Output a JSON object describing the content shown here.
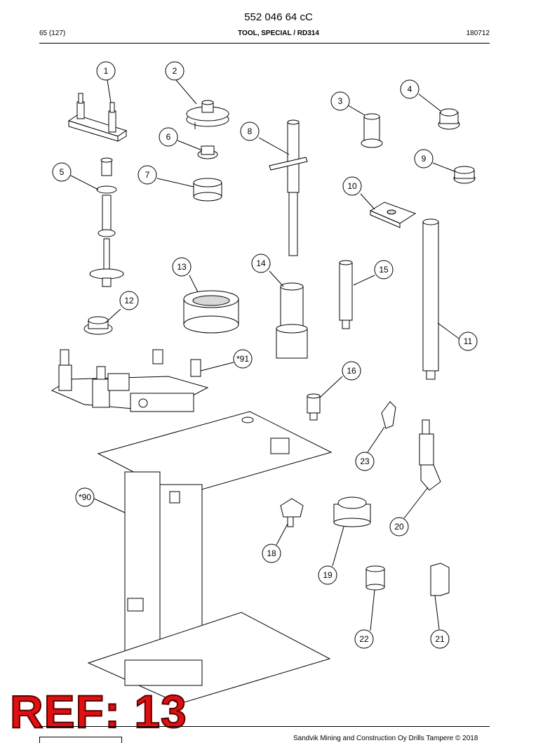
{
  "header": {
    "doc_number": "552 046 64 cC",
    "page": "65 (127)",
    "title": "TOOL, SPECIAL / RD314",
    "date_code": "180712"
  },
  "footer": {
    "copyright": "Sandvik Mining and Construction Oy Drills Tampere © 2018"
  },
  "stamp": {
    "text": "REF: 13",
    "color": "#e01010"
  },
  "callouts": [
    "1",
    "2",
    "3",
    "4",
    "5",
    "6",
    "7",
    "8",
    "9",
    "10",
    "11",
    "12",
    "13",
    "14",
    "15",
    "16",
    "*91",
    "*90",
    "18",
    "19",
    "20",
    "21",
    "22",
    "23"
  ]
}
